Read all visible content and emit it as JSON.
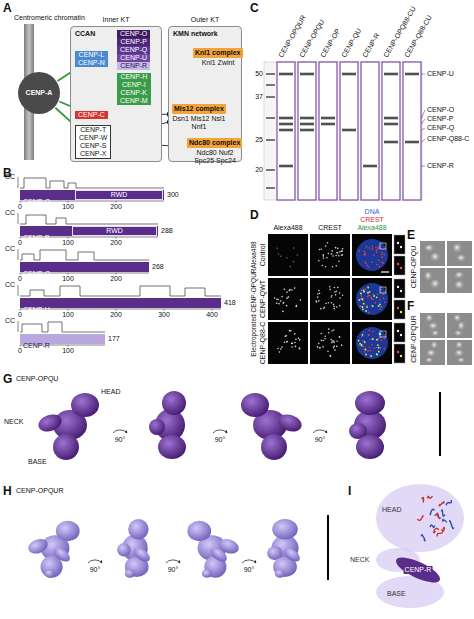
{
  "diagram": {
    "nodes": [
      {
        "text": [
          "Centromeric chromatin"
        ]
      },
      {
        "text": [
          "CENP-A"
        ]
      },
      {
        "text": [
          "Inner KT",
          "CCAN"
        ]
      },
      {
        "text": [
          "CENP-O",
          "CENP-P",
          "CENP-Q",
          "CENP-U",
          "CENP-R"
        ],
        "in": 2
      },
      {
        "text": [
          "CENP-L",
          "CENP-N"
        ],
        "in": 2
      },
      {
        "text": [
          "CENP-H",
          "CENP-I",
          "CENP-K",
          "CENP-M"
        ],
        "in": 2
      },
      {
        "text": [
          "CENP-C"
        ],
        "in": 2
      },
      {
        "text": [
          "CENP-T",
          "CENP-W",
          "CENP-S",
          "CENP-X"
        ],
        "in": 2
      },
      {
        "text": [
          "Outer KT",
          "KMN network"
        ]
      },
      {
        "text": [
          "Knl1 complex",
          "Knl1 Zwint"
        ],
        "in": 8
      },
      {
        "text": [
          "Mis12 complex",
          "Dsn1 Mis12 Nsl1 Nnf1"
        ],
        "in": 8
      },
      {
        "text": [
          "Ndc80 complex",
          "Ndc80 Nuf2 Spc25 Spc24"
        ],
        "in": 8
      },
      {
        "text": [
          "CENP-O"
        ]
      },
      {
        "text": [
          "RWD"
        ],
        "in": 12
      },
      {
        "text": [
          "CENP-P"
        ]
      },
      {
        "text": [
          "RWD"
        ],
        "in": 14
      },
      {
        "text": [
          "CENP-Q"
        ]
      },
      {
        "text": [
          "CENP-U"
        ]
      },
      {
        "text": [
          "CENP-R"
        ]
      }
    ],
    "edges": [
      {
        "from": 1,
        "to": 4,
        "arrow": "none"
      },
      {
        "from": 1,
        "to": 6,
        "arrow": "none"
      },
      {
        "from": 1,
        "to": 7,
        "arrow": "none"
      },
      {
        "from": 6,
        "to": 5,
        "arrow": "none"
      },
      {
        "from": 6,
        "to": 10,
        "arrow": "to"
      },
      {
        "from": 7,
        "to": 10,
        "arrow": "to"
      },
      {
        "from": 7,
        "to": 11,
        "arrow": "to"
      },
      {
        "from": 10,
        "to": 9,
        "arrow": "to"
      },
      {
        "from": 10,
        "to": 11,
        "arrow": "to"
      }
    ],
    "labels": [
      "A",
      "B",
      "CC",
      "300",
      "0",
      "100",
      "200",
      "CC",
      "288",
      "0",
      "100",
      "200",
      "CC",
      "268",
      "0",
      "100",
      "200",
      "CC",
      "418",
      "0",
      "100",
      "200",
      "300",
      "400",
      "CC",
      "177",
      "0",
      "100",
      "C",
      "CENP-OPQUR",
      "CENP-OPQU",
      "CENP-OP",
      "CENP-QU",
      "CENP-R",
      "CENP-OPQ88-CU",
      "CENP-Q88-CU",
      "50",
      "37",
      "25",
      "20",
      "CENP-U",
      "CENP-O",
      "CENP-P",
      "CENP-Q",
      "CENP-Q88-C",
      "CENP-R",
      "D",
      "Alexa488",
      "CREST",
      "DNA",
      "CREST",
      "Alexa488",
      "Control",
      "CENP-QWT",
      "CENP-Q88-C",
      "Electroporated CENP-OPQURAlexa488",
      "E",
      "CENP-OPQU",
      "F",
      "CENP-OPQUR",
      "G",
      "CENP-OPQU",
      "HEAD",
      "NECK",
      "BASE",
      "90°",
      "90°",
      "90°",
      "H",
      "CENP-OPQUR",
      "90°",
      "90°",
      "90°",
      "I",
      "HEAD",
      "NECK",
      "CENP-R",
      "BASE"
    ]
  }
}
